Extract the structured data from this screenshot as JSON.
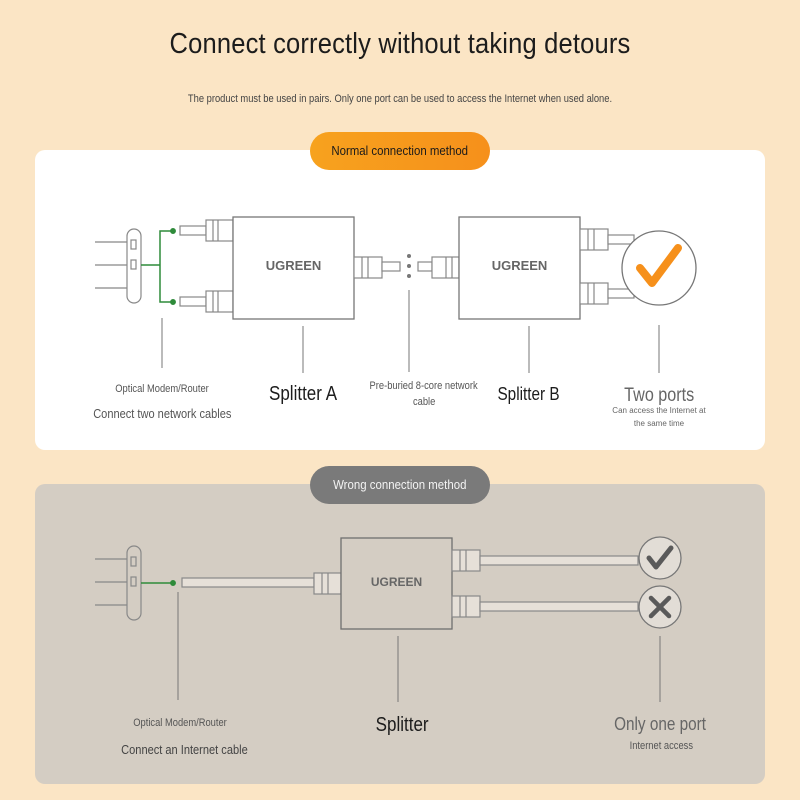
{
  "header": {
    "title": "Connect correctly without taking detours",
    "subtitle": "The product must be used in pairs. Only one port can be used to access the Internet when used alone."
  },
  "normal": {
    "pill": "Normal connection method",
    "splitter_a_brand": "UGREEN",
    "splitter_b_brand": "UGREEN",
    "modem_label": "Optical Modem/Router",
    "modem_sub": "Connect two network cables",
    "splitter_a": "Splitter A",
    "cable_label_1": "Pre-buried 8-core network",
    "cable_label_2": "cable",
    "splitter_b": "Splitter B",
    "ports_title": "Two ports",
    "ports_sub_1": "Can access the Internet at",
    "ports_sub_2": "the same time"
  },
  "wrong": {
    "pill": "Wrong connection method",
    "splitter_brand": "UGREEN",
    "modem_label": "Optical Modem/Router",
    "modem_sub": "Connect an Internet cable",
    "splitter": "Splitter",
    "port_title": "Only one port",
    "port_sub": "Internet access"
  },
  "colors": {
    "background": "#fbe5c5",
    "accent_orange": "#f7a21e",
    "green_wire": "#2e8b3a",
    "wrong_panel": "#d4cdc3",
    "wrong_pill": "#7a7a7a"
  },
  "icons": [
    "check-icon",
    "check-icon",
    "cross-icon"
  ]
}
